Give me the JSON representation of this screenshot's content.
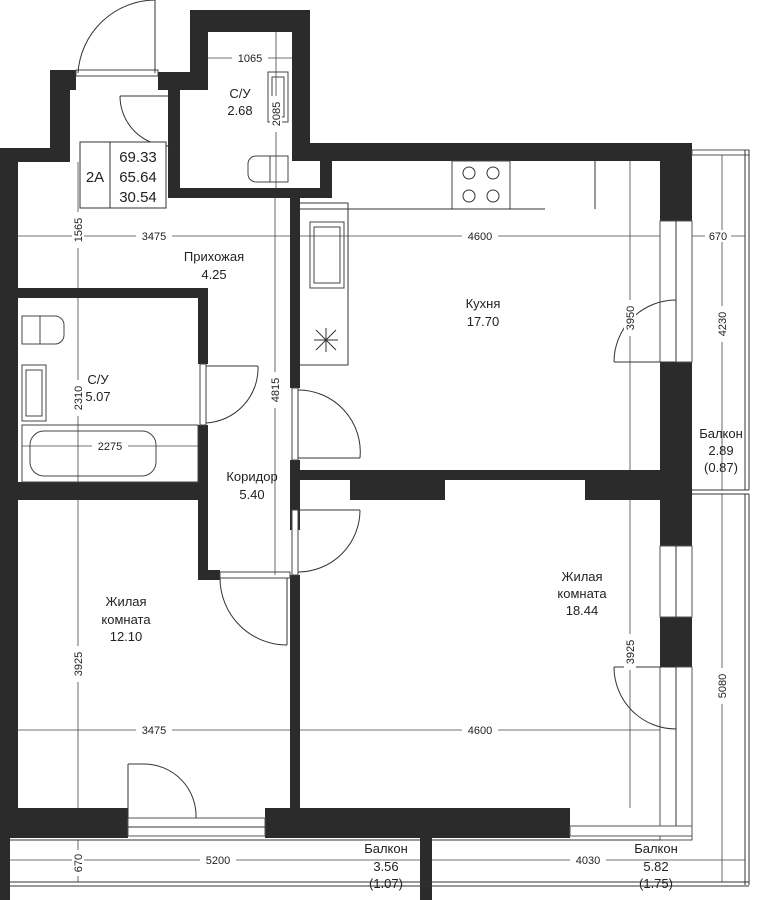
{
  "apartment": {
    "type_code": "2А",
    "area_total": "69.33",
    "area_living_total": "65.64",
    "area_living": "30.54"
  },
  "rooms": {
    "bath_small": {
      "name": "С/У",
      "area": "2.68"
    },
    "hallway": {
      "name": "Прихожая",
      "area": "4.25"
    },
    "kitchen": {
      "name": "Кухня",
      "area": "17.70"
    },
    "bath_large": {
      "name": "С/У",
      "area": "5.07"
    },
    "corridor": {
      "name": "Коридор",
      "area": "5.40"
    },
    "living_left": {
      "name": "Жилая комната",
      "name_line1": "Жилая",
      "name_line2": "комната",
      "area": "12.10"
    },
    "living_right": {
      "name": "Жилая комната",
      "name_line1": "Жилая",
      "name_line2": "комната",
      "area": "18.44"
    },
    "balcony_right": {
      "name": "Балкон",
      "area": "2.89",
      "area_reduced": "(0.87)"
    },
    "balcony_bottom_left": {
      "name": "Балкон",
      "area": "3.56",
      "area_reduced": "(1.07)"
    },
    "balcony_bottom_right": {
      "name": "Балкон",
      "area": "5.82",
      "area_reduced": "(1.75)"
    }
  },
  "dimensions": {
    "bath_small_width": "1065",
    "bath_small_depth": "2085",
    "hallway_depth": "1565",
    "hallway_width": "3475",
    "kitchen_width": "4600",
    "balcony_right_width": "670",
    "kitchen_depth": "3950",
    "balcony_right_length": "4230",
    "bath_large_depth": "2310",
    "bath_large_width": "2275",
    "corridor_length": "4815",
    "living_left_depth": "3925",
    "living_left_width": "3475",
    "living_right_width": "4600",
    "living_right_depth": "3925",
    "balcony_far_right_length": "5080",
    "balcony_bottom_left_length": "5200",
    "balcony_bottom_depth": "670",
    "balcony_bottom_right_length": "4030"
  }
}
